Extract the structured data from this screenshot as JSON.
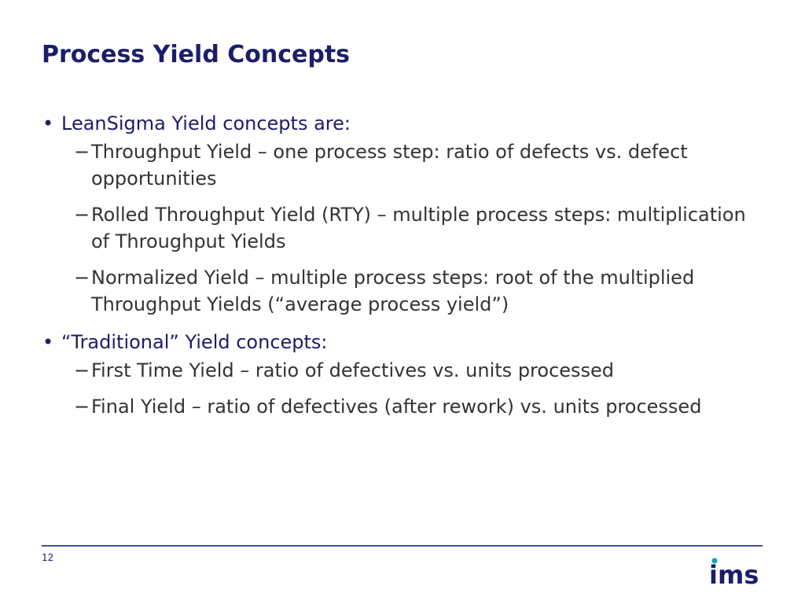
{
  "slide": {
    "title": "Process Yield Concepts",
    "page_number": "12",
    "bullets": [
      {
        "marker": "•",
        "text": "LeanSigma Yield concepts are:",
        "subitems": [
          "Throughput Yield – one process step: ratio of defects vs. defect opportunities",
          "Rolled Throughput Yield (RTY) – multiple process steps: multiplication of Throughput Yields",
          "Normalized Yield – multiple process steps: root of the multiplied Throughput Yields (“average process yield”)"
        ]
      },
      {
        "marker": "•",
        "text": "“Traditional” Yield concepts:",
        "subitems": [
          "First Time Yield – ratio of defectives vs. units processed",
          "Final Yield – ratio of defectives (after rework) vs. units processed"
        ]
      }
    ],
    "sub_marker": "−",
    "logo": {
      "text": "ims",
      "icon": "ims-logo-icon",
      "text_color": "#1b1d6b",
      "dot_color": "#1aa3b8"
    },
    "colors": {
      "title": "#1b1d6b",
      "bullet_text": "#1b1d6b",
      "sub_text": "#333333",
      "rule": "#4a4d8f"
    }
  }
}
